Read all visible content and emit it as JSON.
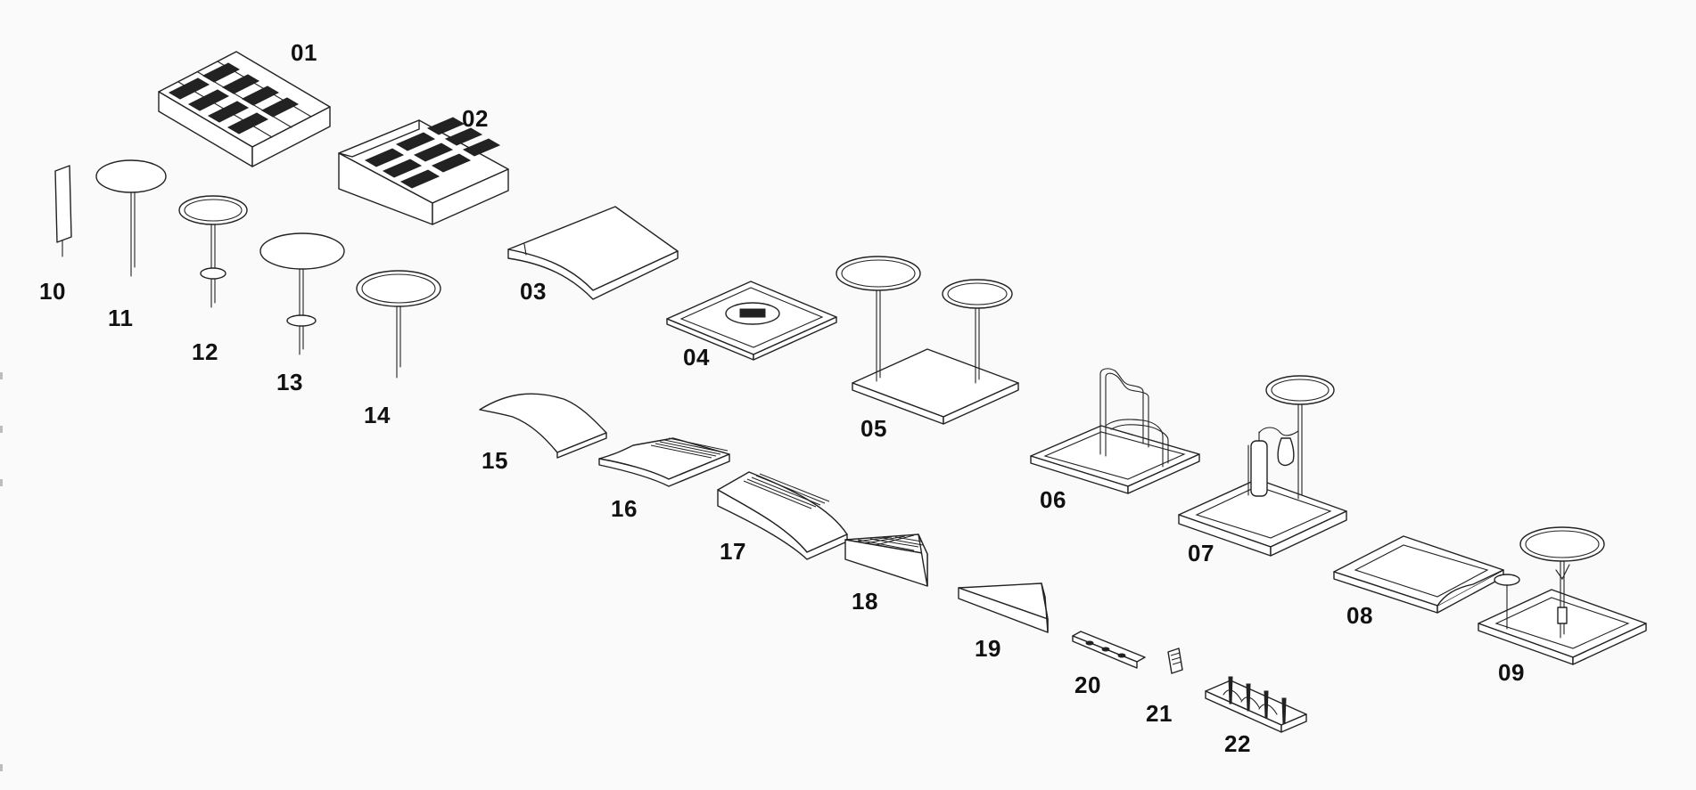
{
  "items": [
    {
      "id": "01",
      "icon": "stepped-grandstand-icon"
    },
    {
      "id": "02",
      "icon": "wedge-grate-platform-icon"
    },
    {
      "id": "03",
      "icon": "curved-ramp-icon"
    },
    {
      "id": "04",
      "icon": "square-pad-with-drain-icon"
    },
    {
      "id": "05",
      "icon": "twin-disc-posts-on-plinth-icon"
    },
    {
      "id": "06",
      "icon": "bent-rail-bench-icon"
    },
    {
      "id": "07",
      "icon": "shower-station-icon"
    },
    {
      "id": "08",
      "icon": "sunken-pool-tray-icon"
    },
    {
      "id": "09",
      "icon": "disc-post-on-plinth-icon"
    },
    {
      "id": "10",
      "icon": "blade-stake-icon"
    },
    {
      "id": "11",
      "icon": "disc-post-icon"
    },
    {
      "id": "12",
      "icon": "ring-disc-post-with-collar-icon"
    },
    {
      "id": "13",
      "icon": "large-disc-post-with-collar-icon"
    },
    {
      "id": "14",
      "icon": "ring-disc-post-icon"
    },
    {
      "id": "15",
      "icon": "arched-hump-icon"
    },
    {
      "id": "16",
      "icon": "ribbed-ramp-low-icon"
    },
    {
      "id": "17",
      "icon": "ribbed-ramp-high-icon"
    },
    {
      "id": "18",
      "icon": "triangular-grate-corner-icon"
    },
    {
      "id": "19",
      "icon": "triangular-corner-block-icon"
    },
    {
      "id": "20",
      "icon": "perforated-bar-icon"
    },
    {
      "id": "21",
      "icon": "small-vent-tag-icon"
    },
    {
      "id": "22",
      "icon": "spike-rack-icon"
    }
  ]
}
